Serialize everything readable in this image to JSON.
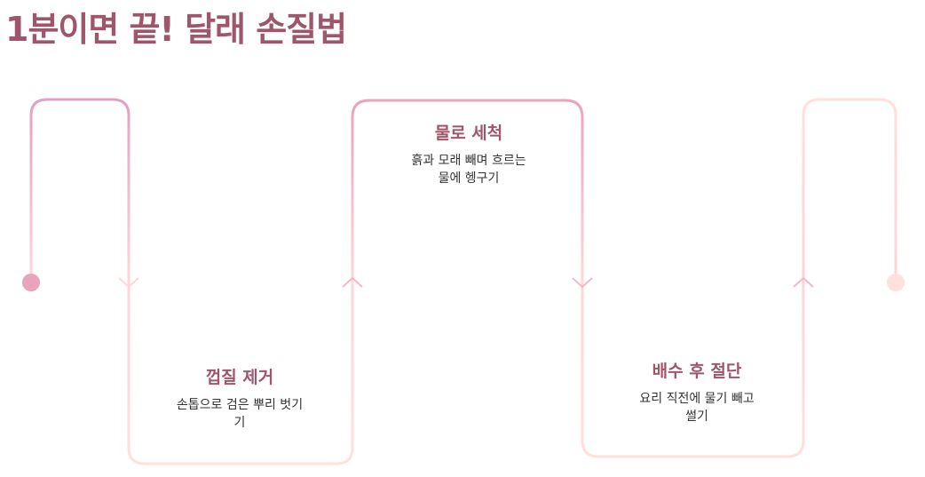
{
  "title": "1분이면 끝! 달래 손질법",
  "steps": [
    {
      "title": "껍질 제거",
      "desc_line1": "손톱으로 검은 뿌리 벗기",
      "desc_line2": "기"
    },
    {
      "title": "물로 세척",
      "desc_line1": "흙과 모래 빼며 흐르는",
      "desc_line2": "물에 헹구기"
    },
    {
      "title": "배수 후 절단",
      "desc_line1": "요리 직전에 물기 빼고",
      "desc_line2": "썰기"
    }
  ],
  "colors": {
    "title": "#a0566a",
    "line_start": "#e2a0c4",
    "line_end": "#ffd6da",
    "start_dot": "#e8a3bd",
    "end_dot": "#ffe0dc"
  }
}
